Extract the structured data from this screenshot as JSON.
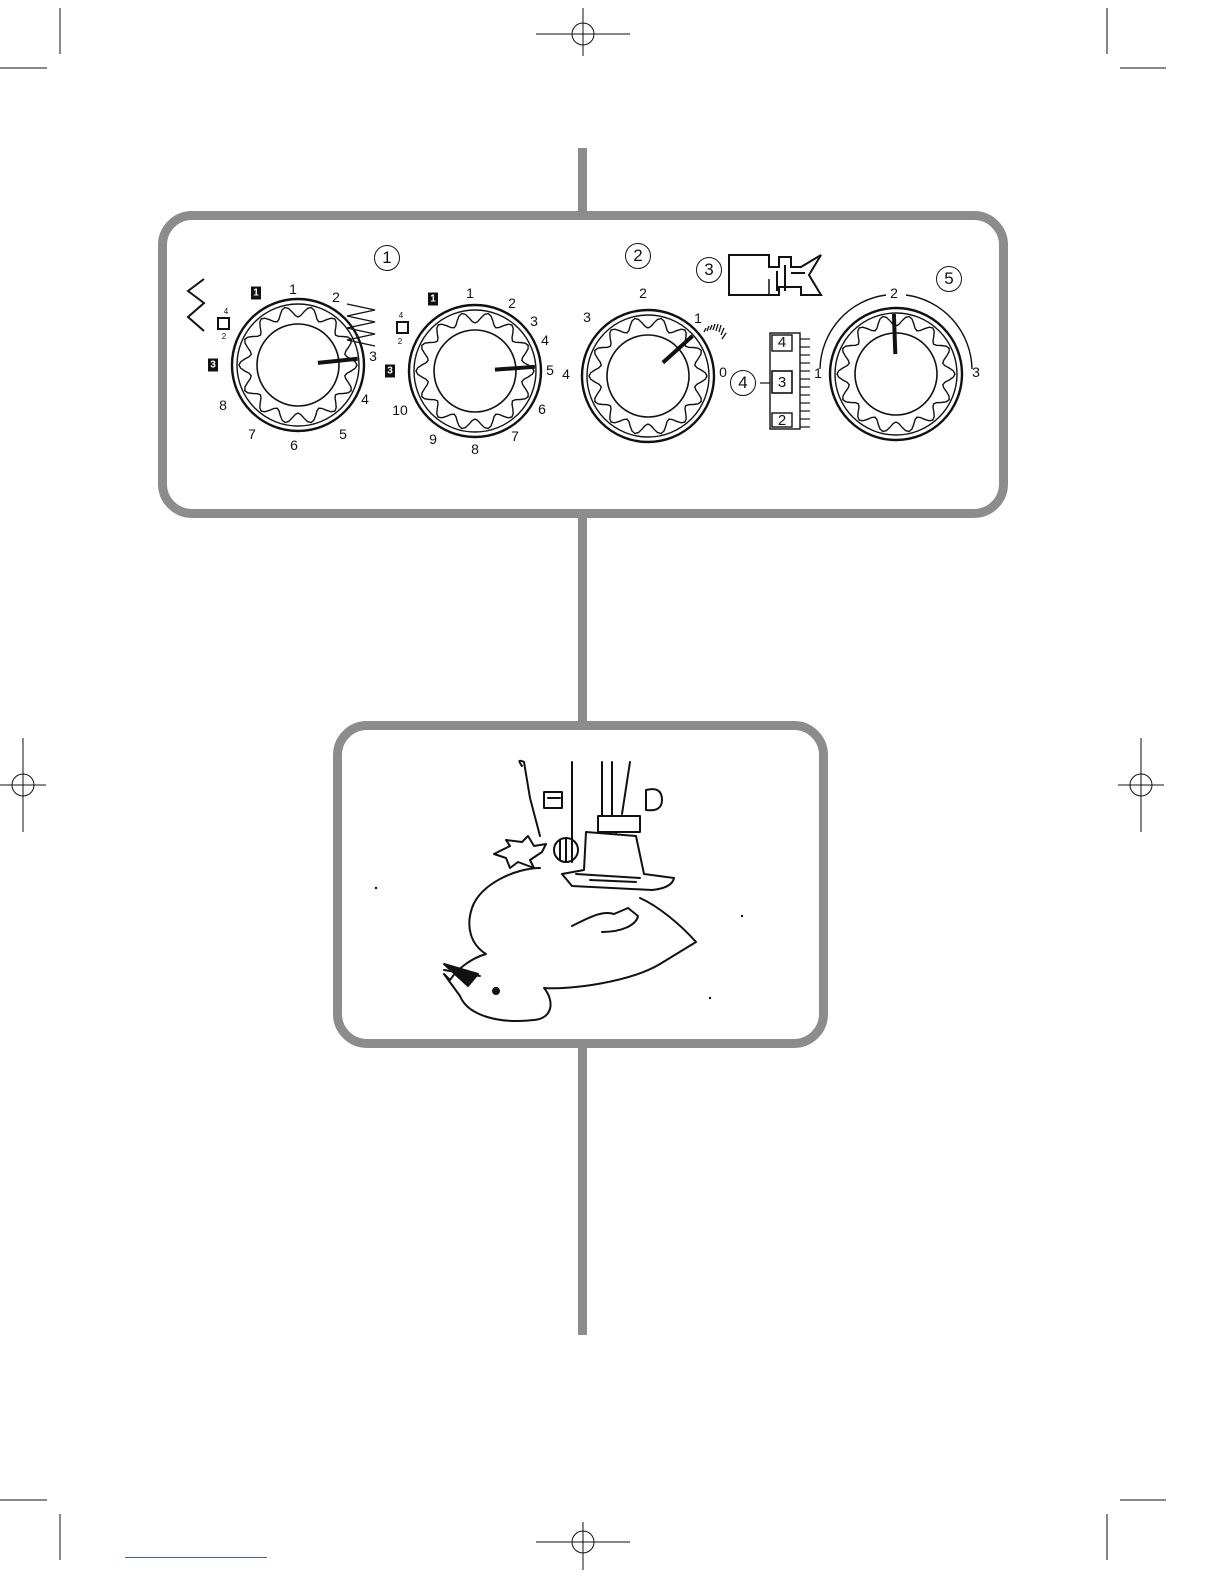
{
  "panel": {
    "markers": {
      "m1": "1",
      "m2": "2",
      "m3": "3",
      "m4": "4",
      "m5": "5"
    },
    "dial_width": {
      "numbers": [
        "1",
        "2",
        "3",
        "4",
        "5",
        "6",
        "7",
        "8"
      ],
      "box_top": "1",
      "box_mid": "3",
      "mini_top": "4",
      "mini_bottom": "2"
    },
    "dial_pattern": {
      "numbers": [
        "1",
        "2",
        "3",
        "4",
        "5",
        "6",
        "7",
        "8",
        "9",
        "10"
      ],
      "box_top": "1",
      "box_mid": "3",
      "mini_top": "4",
      "mini_bottom": "2"
    },
    "dial_length": {
      "numbers": [
        "4",
        "3",
        "2",
        "1",
        "0"
      ]
    },
    "feed_scale": [
      "4",
      "3",
      "2"
    ],
    "dial_tension": {
      "numbers": [
        "1",
        "2",
        "3"
      ]
    }
  },
  "illustration": {
    "icon": "sewing-foot-appliqué-bird-icon"
  }
}
